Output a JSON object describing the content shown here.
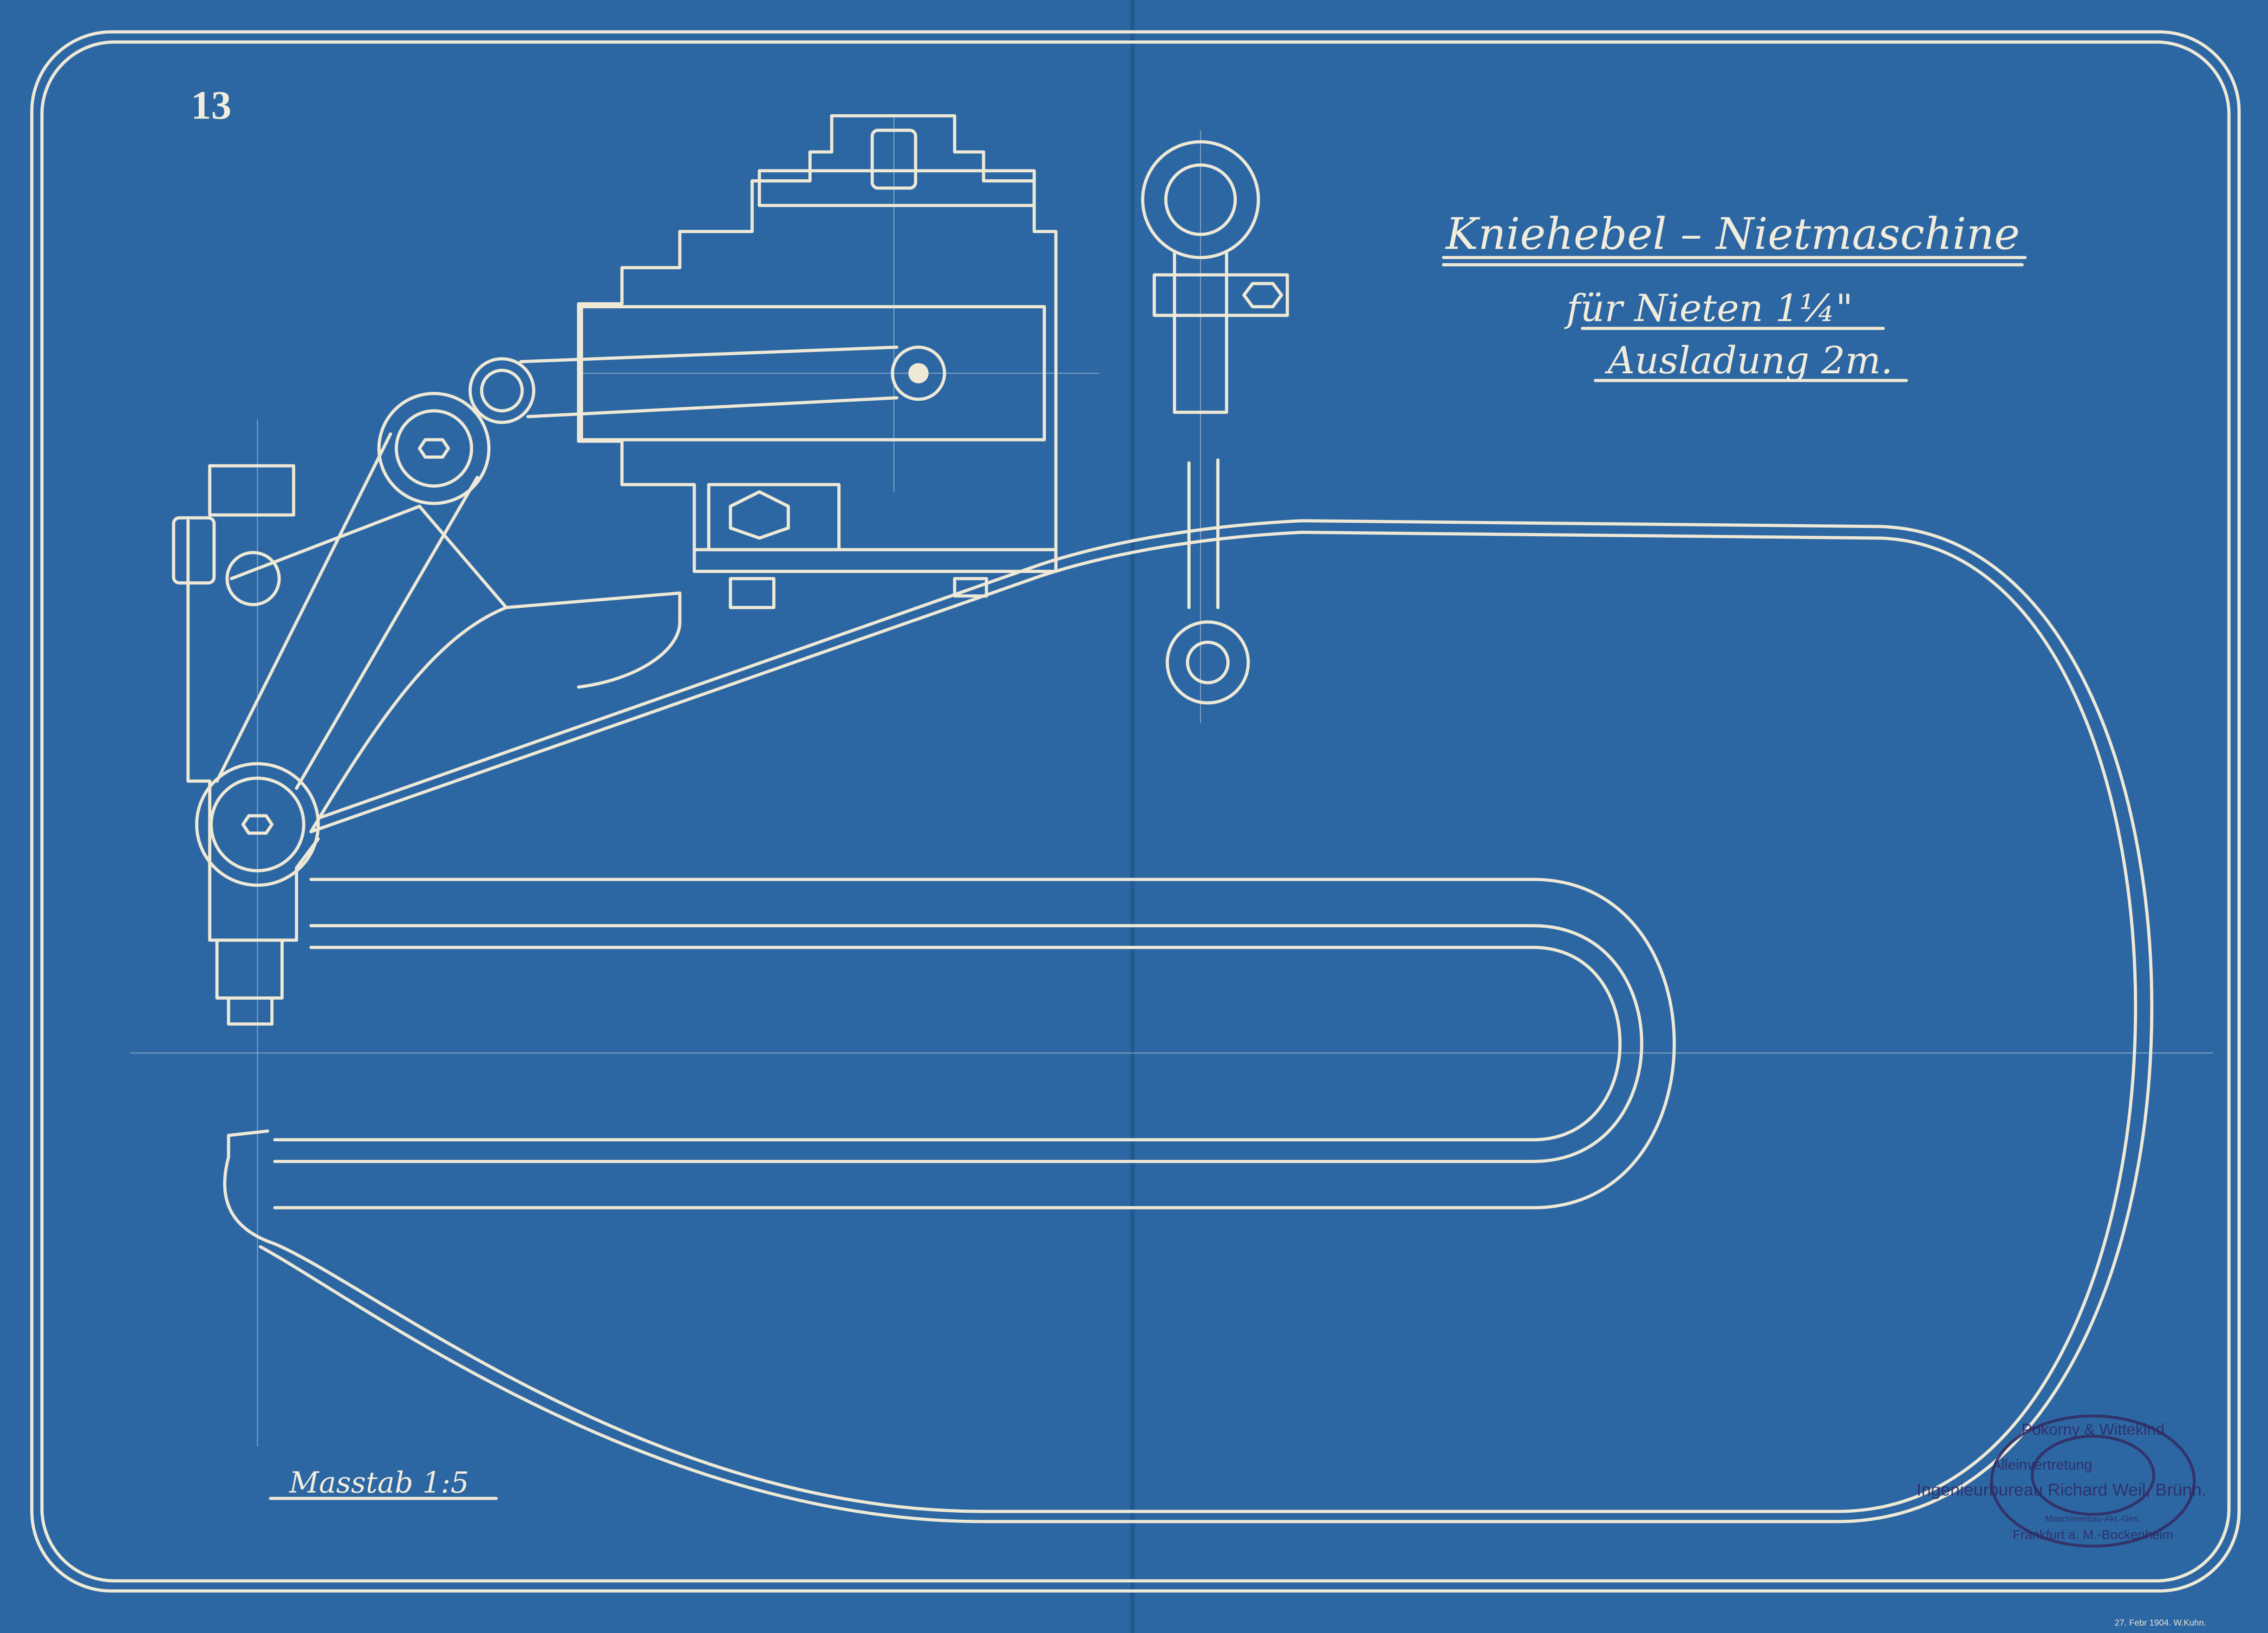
{
  "sheet": {
    "number": "13",
    "title": "Kniehebel – Nietmaschine",
    "subtitle": "für Nieten 1¼\"",
    "reach": "Ausladung 2m.",
    "scale": "Masstab 1:5",
    "date_signature": "27. Febr 1904. W.Kuhn."
  },
  "stamp": {
    "ring_top": "Pokorny & Wittekind",
    "ring_middle": "Maschinenbau-Akt.-Ges.",
    "ring_bottom": "Frankfurt a. M.-Bockenheim",
    "overprint_line1": "Alleinvertretung",
    "overprint_line2": "Ingenieurbureau Richard Weil, Brünn."
  },
  "colors": {
    "paper": "#2c67a3",
    "line": "#eee8d6",
    "stamp_ink": "#352a62"
  }
}
